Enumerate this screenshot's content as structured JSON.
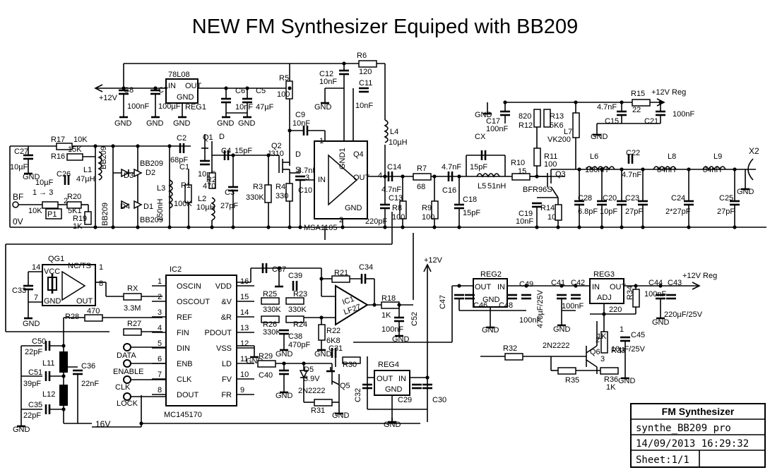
{
  "title": "NEW FM Synthesizer Equiped with BB209",
  "title_block": {
    "heading": "FM Synthesizer",
    "file": "synthe_BB209 pro",
    "date": "14/09/2013 16:29:32",
    "sheet": "Sheet:1/1"
  },
  "labels": {
    "p12v": "+12V",
    "p12v2": "+12V",
    "p12vreg1": "+12V Reg",
    "p12vreg2": "+12V Reg",
    "zerov": "0V",
    "v16": "16V",
    "gnd": "GND",
    "bf": "BF",
    "x2": "X2",
    "data": "DATA",
    "enable": "ENABLE",
    "clk": "CLK",
    "lock": "LOCK",
    "cx": "CX",
    "d_q1": "D",
    "d_q2": "D",
    "s_q2": "S",
    "pin_in": "IN",
    "pin_out": "OUT",
    "pin_gnd": "GND",
    "pin4": "4",
    "pin2": "2",
    "pin3": "3",
    "pin1": "1",
    "pin2b": "2"
  },
  "ics": {
    "reg1": {
      "name": "78L08",
      "ref": "REG1",
      "in": "IN",
      "out": "OUT",
      "gnd": "GND"
    },
    "q4": {
      "ref": "Q4",
      "model": "MSA1105",
      "in": "IN",
      "out": "OUT",
      "gnd": "GND",
      "gnd1": "GND1"
    },
    "qg1": {
      "ref": "QG1",
      "vcc": "VCC",
      "nc": "NC/TS",
      "gnd": "GND",
      "out": "OUT",
      "p14": "14",
      "p7": "7",
      "p1": "1",
      "p8": "8"
    },
    "ic2": {
      "ref": "IC2",
      "model": "MC145170",
      "left": [
        {
          "num": "1",
          "name": "OSCIN"
        },
        {
          "num": "2",
          "name": "OSCOUT"
        },
        {
          "num": "3",
          "name": "REF"
        },
        {
          "num": "4",
          "name": "FIN"
        },
        {
          "num": "5",
          "name": "DIN"
        },
        {
          "num": "6",
          "name": "ENB"
        },
        {
          "num": "7",
          "name": "CLK"
        },
        {
          "num": "8",
          "name": "DOUT"
        }
      ],
      "right": [
        {
          "num": "16",
          "name": "VDD"
        },
        {
          "num": "15",
          "name": "&V"
        },
        {
          "num": "14",
          "name": "&R"
        },
        {
          "num": "13",
          "name": "PDOUT"
        },
        {
          "num": "12",
          "name": "VSS"
        },
        {
          "num": "11",
          "name": "LD"
        },
        {
          "num": "10",
          "name": "FV"
        },
        {
          "num": "9",
          "name": "FR"
        }
      ]
    },
    "ic1": {
      "ref": "IC1",
      "model": "LF27"
    },
    "reg2": {
      "ref": "REG2",
      "out": "OUT",
      "in": "IN",
      "gnd": "GND"
    },
    "reg3": {
      "ref": "REG3",
      "in": "IN",
      "out": "OUT",
      "adj": "ADJ"
    },
    "reg4": {
      "ref": "REG4",
      "out": "OUT",
      "in": "IN",
      "gnd": "GND"
    }
  },
  "parts": {
    "R17": "R17",
    "R17v": "10K",
    "R16": "R16",
    "R16v": "15K",
    "C27": "C27",
    "C27v": "10µF",
    "C26": "C26",
    "C26v": "10µF",
    "R20": "R20",
    "R20v": "5K1",
    "R19": "R19",
    "R19v": "1K",
    "P1": "P1",
    "P1v": "10K",
    "L1": "L1",
    "L1v": "47µH",
    "BB209a": "BB209",
    "BB209b": "BB209",
    "BB209c": "BB209",
    "BB209d": "BB209",
    "D1": "D1",
    "D2": "D2",
    "D3": "D3",
    "D4": "D4",
    "C8": "C8",
    "C8v": "100nF",
    "C7": "C7",
    "C7v": "100µF",
    "C6": "C6",
    "C6v": "10nF",
    "C5": "C5",
    "C5v": "47µF",
    "C2": "C2",
    "C2v": "68pF",
    "C1": "C1",
    "C1v": "10pF",
    "L3": "L3",
    "L3v": "150nH",
    "R1": "R1",
    "R1v": "100K",
    "Q1": "Q1",
    "R2": "R2",
    "R2v": "470",
    "L2": "L2",
    "L2v": "10µH",
    "C4": "C4",
    "C4v": "15pF",
    "C3": "C3",
    "C3v": "27pF",
    "Q2": "Q2",
    "Q2v": "J310",
    "R3": "R3",
    "R3v": "330K",
    "R4": "R4",
    "R4v": "330",
    "C10": "C10",
    "C10v": "4.7nF",
    "R5": "R5",
    "R5v": "100",
    "C9": "C9",
    "C9v": "10nF",
    "C12": "C12",
    "C12v": "10nF",
    "C11": "C11",
    "C11v": "10nF",
    "R6": "R6",
    "R6v": "120",
    "L4": "L4",
    "L4v": "10µH",
    "C14": "C14",
    "C14v": "4.7nF",
    "C13": "C13",
    "C13v": "220pF",
    "R7": "R7",
    "R7v": "68",
    "R8": "R8",
    "R8v": "100",
    "R9": "R9",
    "R9v": "100",
    "C16": "C16",
    "C16v": "4.7nF",
    "C18": "C18",
    "C18v": "15pF",
    "CXv": "15pF",
    "L5": "L5",
    "L5v": "51nH",
    "R10": "R10",
    "R10v": "15",
    "R11": "R11",
    "R11v": "100",
    "Q3": "Q3",
    "Q3v": "BFR96S",
    "C19": "C19",
    "C19v": "10nF",
    "R14": "R14",
    "R14v": "10",
    "C17": "C17",
    "C17v": "100nF",
    "R12": "R12",
    "R12v": "820",
    "R13": "R13",
    "R13v": "5K6",
    "L7": "L7",
    "L7v": "VK200",
    "R15": "R15",
    "R15v": "22",
    "C15": "C15",
    "C15v": "4.7nF",
    "C21": "C21",
    "C21v": "100nF",
    "L6": "L6",
    "L6v": "180nH",
    "C22": "C22",
    "C22v": "4.7nF",
    "L8": "L8",
    "L8v": "84nH",
    "L9": "L9",
    "L9v": "84nH",
    "C28": "C28",
    "C28v": "6.8pF",
    "C20": "C20",
    "C20v": "10pF",
    "C23": "C23",
    "C23v": "27pF",
    "C24": "C24",
    "C24v": "2*27pF",
    "C25": "C25",
    "C25v": "27pF",
    "C33": "C33",
    "RX": "RX",
    "RXv": "3.3M",
    "R28": "R28",
    "R28v": "470",
    "R27": "R27",
    "C50": "C50",
    "C50v": "22pF",
    "C51": "C51",
    "C51v": "39pF",
    "C35": "C35",
    "C35v": "22pF",
    "L11": "L11",
    "L12": "L12",
    "C36": "C36",
    "C36v": "22nF",
    "C37": "C37",
    "C39": "C39",
    "R25": "R25",
    "R25v": "330K",
    "R23": "R23",
    "R23v": "330K",
    "R26": "R26",
    "R26v": "330K",
    "R24": "R24",
    "C38": "C38",
    "C38v": "470pF",
    "R21": "R21",
    "C34": "C34",
    "R18": "R18",
    "R18v": "1K",
    "C52": "C52",
    "C52v": "100nF",
    "R22": "R22",
    "R22v": "6K8",
    "C31": "C31",
    "R30": "R30",
    "R29": "R29",
    "C40": "C40",
    "D5": "D5",
    "D5v": "3.9V",
    "Q5": "Q5",
    "Q5v": "2N2222",
    "R31": "R31",
    "C32": "C32",
    "C29": "C29",
    "C30": "C30",
    "C47": "C47",
    "C46": "C46",
    "C48": "C48",
    "C49": "C49",
    "C49v": "100nF",
    "C470v": "470µF/25V",
    "C41": "C41",
    "C42": "C42",
    "C42v": "100nF",
    "R34": "R34",
    "R34v": "220",
    "C44": "C44",
    "C44v": "100nF",
    "C43": "C43",
    "C43v": "220µF/25V",
    "R32": "R32",
    "Q6": "Q6",
    "Q6v": "2N2222",
    "R35": "R35",
    "R36": "R36",
    "R36v": "1K",
    "R33": "R33",
    "R33v": "1K",
    "C45": "C45",
    "C45v": "10µF/25V"
  }
}
